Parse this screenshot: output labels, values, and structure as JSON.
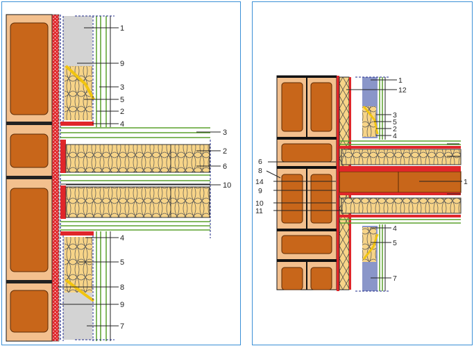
{
  "colors": {
    "frame": "#3a8fd6",
    "brick_face": "#f3c08e",
    "brick_core": "#c8661a",
    "mortar_line": "#111111",
    "insulation": "#f7d488",
    "board_grey": "#d3d3d3",
    "board_blue": "#8a96c9",
    "sealant_red": "#e0262a",
    "membrane_green": "#5aa02c"
  },
  "left_panel": {
    "labels": [
      "1",
      "9",
      "3",
      "5",
      "2",
      "4",
      "3",
      "2",
      "6",
      "10",
      "4",
      "5",
      "8",
      "9",
      "7"
    ]
  },
  "right_panel": {
    "labels": [
      "1",
      "12",
      "3",
      "5",
      "2",
      "4",
      "6",
      "8",
      "14",
      "9",
      "10",
      "11",
      "1",
      "4",
      "5",
      "7"
    ]
  }
}
